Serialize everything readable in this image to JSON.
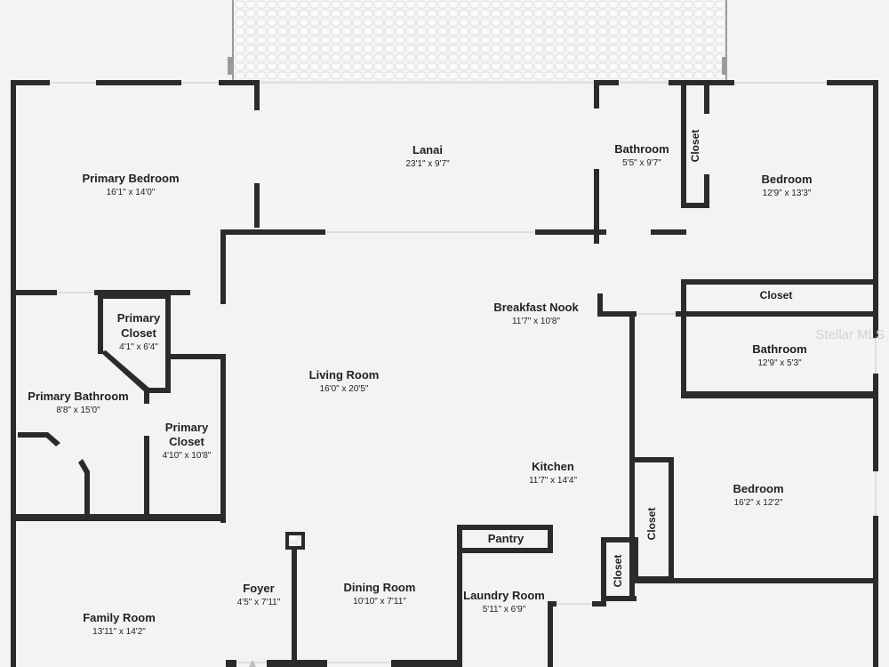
{
  "rooms": {
    "lanai": {
      "name": "Lanai",
      "dim": "23'1\" x 9'7\""
    },
    "primary_bedroom": {
      "name": "Primary Bedroom",
      "dim": "16'1\" x 14'0\""
    },
    "bathroom_top": {
      "name": "Bathroom",
      "dim": "5'5\" x 9'7\""
    },
    "bedroom_top": {
      "name": "Bedroom",
      "dim": "12'9\" x 13'3\""
    },
    "breakfast_nook": {
      "name": "Breakfast Nook",
      "dim": "11'7\" x 10'8\""
    },
    "primary_closet_1": {
      "name_line1": "Primary",
      "name_line2": "Closet",
      "dim": "4'1\" x 6'4\""
    },
    "bathroom_right": {
      "name": "Bathroom",
      "dim": "12'9\" x 5'3\""
    },
    "living_room": {
      "name": "Living Room",
      "dim": "16'0\" x 20'5\""
    },
    "primary_bathroom": {
      "name": "Primary Bathroom",
      "dim": "8'8\" x 15'0\""
    },
    "primary_closet_2": {
      "name_line1": "Primary",
      "name_line2": "Closet",
      "dim": "4'10\" x 10'8\""
    },
    "kitchen": {
      "name": "Kitchen",
      "dim": "11'7\" x 14'4\""
    },
    "bedroom_right": {
      "name": "Bedroom",
      "dim": "16'2\" x 12'2\""
    },
    "pantry": {
      "name": "Pantry"
    },
    "foyer": {
      "name": "Foyer",
      "dim": "4'5\" x 7'11\""
    },
    "dining_room": {
      "name": "Dining Room",
      "dim": "10'10\" x 7'11\""
    },
    "laundry_room": {
      "name": "Laundry Room",
      "dim": "5'11\" x 6'9\""
    },
    "family_room": {
      "name": "Family Room",
      "dim": "13'11\" x 14'2\""
    }
  },
  "closets": {
    "top_vertical": "Closet",
    "horizontal_right": "Closet",
    "bedroom_vertical": "Closet",
    "kitchen_vertical": "Closet"
  },
  "watermark": "Stellar MLS"
}
